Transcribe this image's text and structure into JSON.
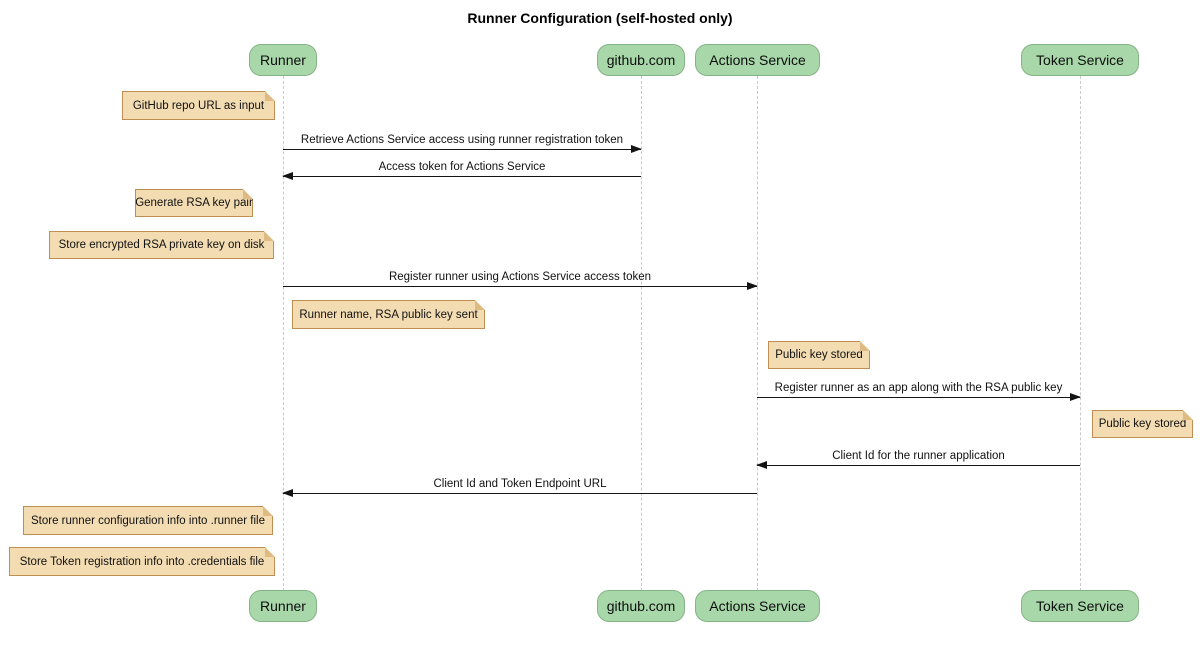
{
  "title": "Runner Configuration (self-hosted only)",
  "participants": [
    {
      "label": "Runner"
    },
    {
      "label": "github.com"
    },
    {
      "label": "Actions Service"
    },
    {
      "label": "Token Service"
    }
  ],
  "messages": [
    {
      "label": "Retrieve Actions Service access using runner registration token",
      "from": "Runner",
      "to": "github.com"
    },
    {
      "label": "Access token for Actions Service",
      "from": "github.com",
      "to": "Runner"
    },
    {
      "label": "Register runner using Actions Service access token",
      "from": "Runner",
      "to": "Actions Service"
    },
    {
      "label": "Register runner as an app along with the RSA public key",
      "from": "Actions Service",
      "to": "Token Service"
    },
    {
      "label": "Client Id for the runner application",
      "from": "Token Service",
      "to": "Actions Service"
    },
    {
      "label": "Client Id and Token Endpoint URL",
      "from": "Actions Service",
      "to": "Runner"
    }
  ],
  "notes": [
    {
      "label": "GitHub repo URL as input",
      "anchor": "Runner"
    },
    {
      "label": "Generate RSA key pair",
      "anchor": "Runner"
    },
    {
      "label": "Store encrypted RSA private key on disk",
      "anchor": "Runner"
    },
    {
      "label": "Runner name, RSA public key sent",
      "anchor": "Runner"
    },
    {
      "label": "Public key stored",
      "anchor": "Actions Service"
    },
    {
      "label": "Public key stored",
      "anchor": "Token Service"
    },
    {
      "label": "Store runner configuration info into .runner file",
      "anchor": "Runner"
    },
    {
      "label": "Store Token registration info into .credentials file",
      "anchor": "Runner"
    }
  ],
  "colors": {
    "participant_fill": "#a8d8a9",
    "participant_border": "#84b384",
    "note_fill": "#f3dcb2",
    "note_border": "#be8e53",
    "lifeline": "#c9c9c9",
    "arrow": "#141414"
  }
}
